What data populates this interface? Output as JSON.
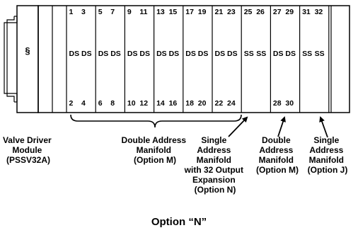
{
  "figure": {
    "caption": "Option “N”",
    "driver_glyph": "§"
  },
  "slots": [
    {
      "top": [
        "1",
        "3"
      ],
      "codes": [
        "DS",
        "DS"
      ],
      "bottom": [
        "2",
        "4"
      ]
    },
    {
      "top": [
        "5",
        "7"
      ],
      "codes": [
        "DS",
        "DS"
      ],
      "bottom": [
        "6",
        "8"
      ]
    },
    {
      "top": [
        "9",
        "11"
      ],
      "codes": [
        "DS",
        "DS"
      ],
      "bottom": [
        "10",
        "12"
      ]
    },
    {
      "top": [
        "13",
        "15"
      ],
      "codes": [
        "DS",
        "DS"
      ],
      "bottom": [
        "14",
        "16"
      ]
    },
    {
      "top": [
        "17",
        "19"
      ],
      "codes": [
        "DS",
        "DS"
      ],
      "bottom": [
        "18",
        "20"
      ]
    },
    {
      "top": [
        "21",
        "23"
      ],
      "codes": [
        "DS",
        "DS"
      ],
      "bottom": [
        "22",
        "24"
      ]
    },
    {
      "top": [
        "25",
        "26"
      ],
      "codes": [
        "SS",
        "SS"
      ],
      "bottom": [
        "",
        ""
      ]
    },
    {
      "top": [
        "27",
        "29"
      ],
      "codes": [
        "DS",
        "DS"
      ],
      "bottom": [
        "28",
        "30"
      ]
    },
    {
      "top": [
        "31",
        "32"
      ],
      "codes": [
        "SS",
        "SS"
      ],
      "bottom": [
        "",
        ""
      ]
    }
  ],
  "labels": [
    {
      "id": "valve-driver",
      "lines": [
        "Valve Driver",
        "Module",
        "(PSSV32A)"
      ]
    },
    {
      "id": "double-address-m",
      "lines": [
        "Double Address",
        "Manifold",
        "(Option M)"
      ]
    },
    {
      "id": "single-address-n",
      "lines": [
        "Single",
        "Address",
        "Manifold",
        "with 32 Output",
        "Expansion",
        "(Option N)"
      ]
    },
    {
      "id": "double-address-m2",
      "lines": [
        "Double",
        "Address",
        "Manifold",
        "(Option M)"
      ]
    },
    {
      "id": "single-address-j",
      "lines": [
        "Single",
        "Address",
        "Manifold",
        "(Option J)"
      ]
    }
  ]
}
